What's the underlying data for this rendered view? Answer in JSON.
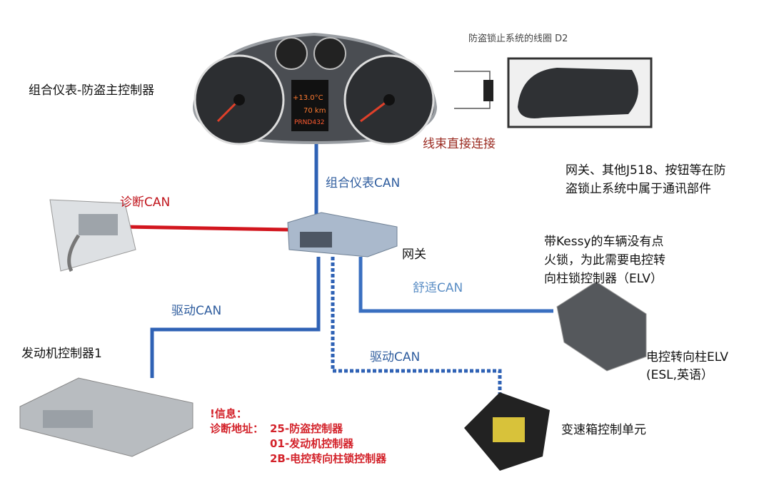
{
  "labels": {
    "cluster": "组合仪表-防盗主控制器",
    "coil": "防盗锁止系统的线圈 D2",
    "direct_wire": "线束直接连接",
    "note_line1": "网关、其他J518、按钮等在防",
    "note_line2": "盗锁止系统中属于通讯部件",
    "cluster_can": "组合仪表CAN",
    "diag_can": "诊断CAN",
    "gateway": "网关",
    "kessy_line1": "带Kessy的车辆没有点",
    "kessy_line2": "火锁，为此需要电控转",
    "kessy_line3": "向柱锁控制器（ELV）",
    "comfort_can": "舒适CAN",
    "drive_can_left": "驱动CAN",
    "drive_can_dashed": "驱动CAN",
    "engine_ecu": "发动机控制器1",
    "elv_line1": "电控转向柱ELV",
    "elv_line2": "(ESL,英语）",
    "gearbox": "变速箱控制单元"
  },
  "info": {
    "title": "!信息：",
    "prefix": "诊断地址：",
    "lines": [
      "25-防盗控制器",
      "01-发动机控制器",
      "2B-电控转向柱锁控制器"
    ]
  },
  "cluster_display": {
    "temp": "+13.0°C",
    "distance": "70 km",
    "gear": "PRND432"
  },
  "colors": {
    "cluster_can": "#2f62b5",
    "diag_can": "#d2161e",
    "comfort_can": "#3a6fc0",
    "drive_can": "#2f62b5"
  }
}
